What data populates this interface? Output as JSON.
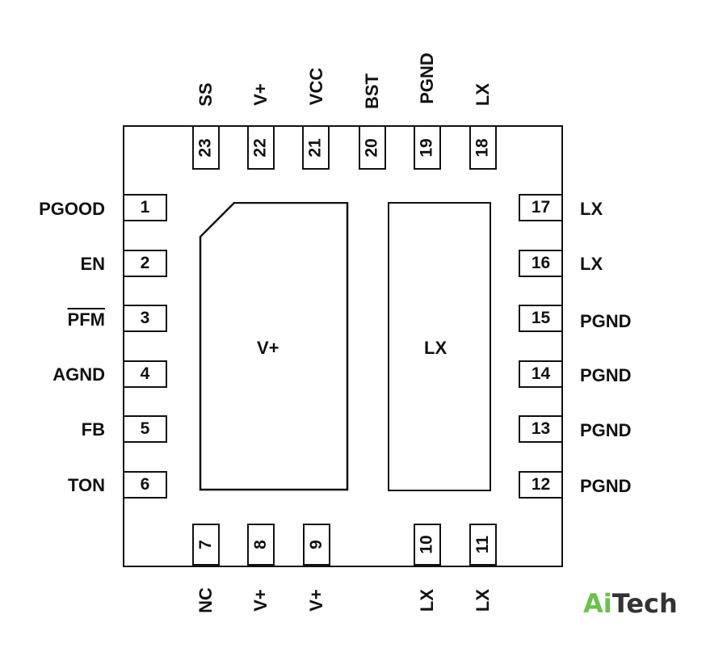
{
  "pins": {
    "left": [
      {
        "num": "1",
        "label": "PGOOD",
        "overline": false
      },
      {
        "num": "2",
        "label": "EN",
        "overline": false
      },
      {
        "num": "3",
        "label": "PFM",
        "overline": true
      },
      {
        "num": "4",
        "label": "AGND",
        "overline": false
      },
      {
        "num": "5",
        "label": "FB",
        "overline": false
      },
      {
        "num": "6",
        "label": "TON",
        "overline": false
      }
    ],
    "bottom": [
      {
        "num": "7",
        "label": "NC"
      },
      {
        "num": "8",
        "label": "V+"
      },
      {
        "num": "9",
        "label": "V+"
      },
      {
        "num": "10",
        "label": "LX"
      },
      {
        "num": "11",
        "label": "LX"
      }
    ],
    "right": [
      {
        "num": "12",
        "label": "PGND"
      },
      {
        "num": "13",
        "label": "PGND"
      },
      {
        "num": "14",
        "label": "PGND"
      },
      {
        "num": "15",
        "label": "PGND"
      },
      {
        "num": "16",
        "label": "LX"
      },
      {
        "num": "17",
        "label": "LX"
      }
    ],
    "top": [
      {
        "num": "18",
        "label": "LX"
      },
      {
        "num": "19",
        "label": "PGND"
      },
      {
        "num": "20",
        "label": "BST"
      },
      {
        "num": "21",
        "label": "VCC"
      },
      {
        "num": "22",
        "label": "V+"
      },
      {
        "num": "23",
        "label": "SS"
      }
    ]
  },
  "pads": {
    "vplus": "V+",
    "lx": "LX"
  },
  "brand": {
    "ai": "Ai",
    "tech": "Tech",
    "ai_color": "#6cc04a",
    "tech_color": "#333333"
  }
}
